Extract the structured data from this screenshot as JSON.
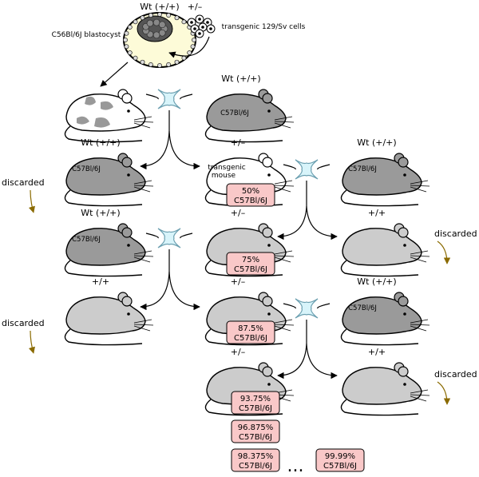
{
  "labels": {
    "wt": "Wt (+/+)",
    "het": "+/–",
    "hom": "+/+",
    "blastocyst": "C56Bl/6J blastocyst",
    "transgenic_cells": "transgenic 129/Sv cells",
    "strain": "C57Bl/6J",
    "transgenic_mouse": "transgenic\nmouse",
    "discarded": "discarded",
    "ellipsis": "..."
  },
  "percentages": [
    "50%",
    "75%",
    "87.5%",
    "93.75%",
    "96.875%",
    "98.375%",
    "99.99%"
  ],
  "colors": {
    "dark_mouse": "#9a9a9a",
    "light_mouse": "#cccccc",
    "white_mouse": "#ffffff",
    "box_fill": "#f9c8c8",
    "cross_fill": "#d8f4fa",
    "cross_stroke": "#6b9fb0",
    "discard_arrow": "#8a6a00",
    "blastocyst_fill": "#fdfbd8"
  },
  "icons": [
    "mouse-icon",
    "cross-icon",
    "blastocyst-icon",
    "cell-cluster-icon",
    "arrow-icon"
  ]
}
